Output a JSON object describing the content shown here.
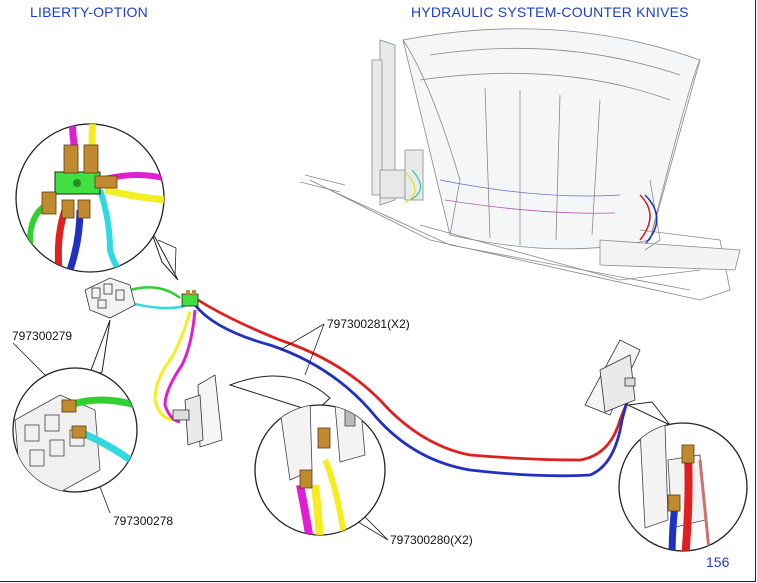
{
  "header": {
    "left_title": "LIBERTY-OPTION",
    "right_title": "HYDRAULIC SYSTEM-COUNTER KNIVES"
  },
  "part_numbers": {
    "hoses_main": "797300281(X2)",
    "fitting_upper": "797300279",
    "fitting_lower": "797300278",
    "fittings_cylinder": "797300280(X2)"
  },
  "page_number": "156",
  "colors": {
    "heading": "#1a3fd0",
    "hose_red": "#e02020",
    "hose_blue": "#2030c0",
    "hose_yellow": "#f4ee20",
    "hose_magenta": "#e020d0",
    "hose_green": "#30d030",
    "hose_cyan": "#30d8e0",
    "fitting_gold": "#c08a30",
    "block_green": "#40e040"
  }
}
